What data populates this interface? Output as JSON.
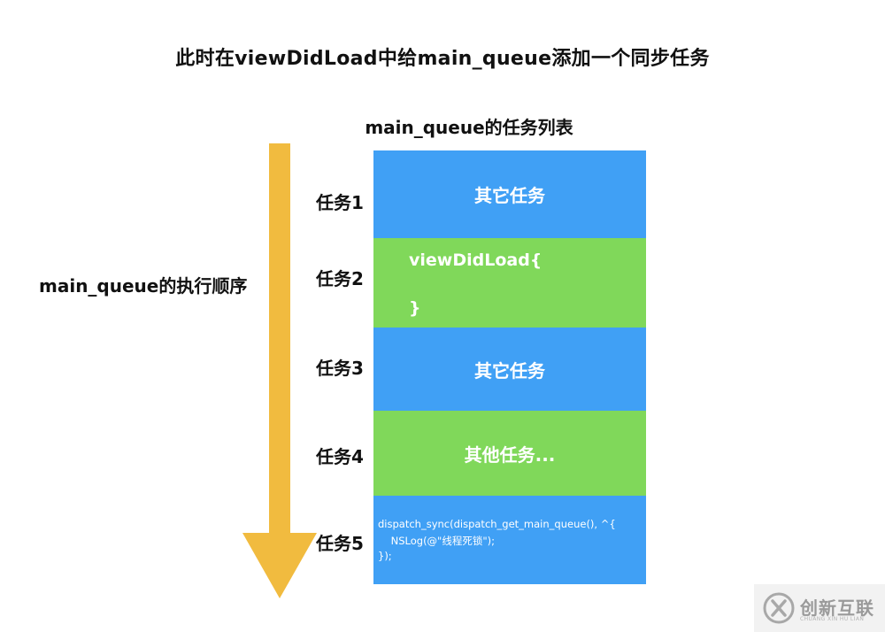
{
  "title": "此时在viewDidLoad中给main_queue添加一个同步任务",
  "queue_title": "main_queue的任务列表",
  "order_label": "main_queue的执行顺序",
  "tasks": [
    {
      "label": "任务1",
      "color": "#40a0f5",
      "text": "其它任务"
    },
    {
      "label": "任务2",
      "color": "#80d85a",
      "line1": "viewDidLoad{",
      "line2": "}"
    },
    {
      "label": "任务3",
      "color": "#40a0f5",
      "text": "其它任务"
    },
    {
      "label": "任务4",
      "color": "#80d85a",
      "text": "其他任务..."
    },
    {
      "label": "任务5",
      "color": "#40a0f5",
      "code": [
        "dispatch_sync(dispatch_get_main_queue(), ^{",
        "    NSLog(@\"线程死锁\");",
        "});"
      ]
    }
  ],
  "arrow_color": "#f1bb3f",
  "watermark": {
    "text": "创新互联",
    "sub": "CHUANG XIN HU LIAN"
  }
}
